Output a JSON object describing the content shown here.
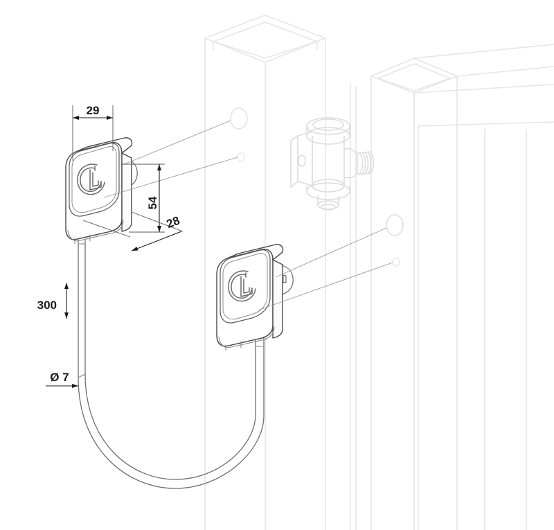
{
  "drawing": {
    "title": "Cable gate lock technical drawing",
    "background_color": "#ffffff",
    "line_color_primary": "#4a4a4a",
    "line_color_faint": "#e6e6e6",
    "line_color_mid": "#b8b8b8",
    "dimension_color": "#1a1a1a"
  },
  "dimensions": {
    "width_label": "29",
    "height_label": "54",
    "depth_label": "28",
    "cable_length_label": "300",
    "cable_diameter_label": "Ø 7"
  },
  "parts": {
    "lock_upper": "upper-cable-lock-body",
    "lock_lower": "lower-cable-lock-body",
    "hinge": "gate-hinge-assembly",
    "post": "square-gate-post",
    "frame": "gate-frame-rail",
    "cable": "security-cable-loop",
    "logo": "locinox-logo"
  }
}
